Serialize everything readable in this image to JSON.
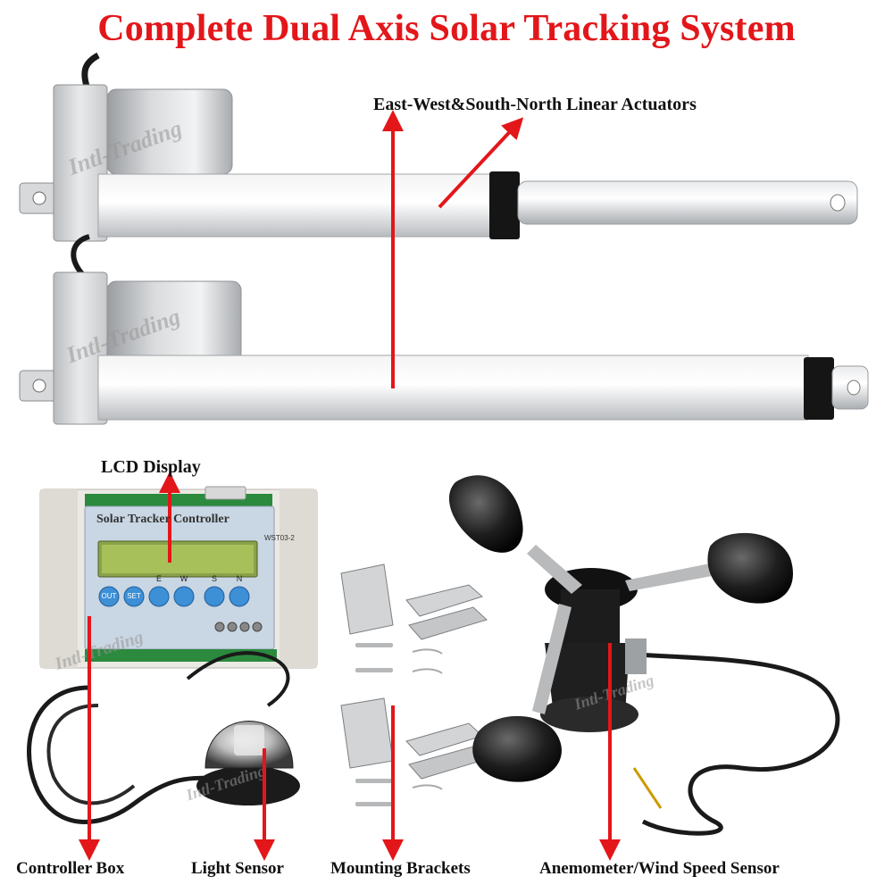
{
  "title": "Complete Dual Axis Solar Tracking System",
  "labels": {
    "actuators": "East-West&South-North Linear Actuators",
    "lcd": "LCD Display",
    "controller_box": "Controller Box",
    "light_sensor": "Light Sensor",
    "brackets": "Mounting Brackets",
    "anemometer": "Anemometer/Wind Speed Sensor"
  },
  "controller": {
    "panel_title": "Solar Tracker Controller",
    "model": "WST03-2",
    "buttons": [
      "OUT",
      "SET",
      "E",
      "W",
      "S",
      "N"
    ]
  },
  "watermark": "Intl-Trading",
  "colors": {
    "accent": "#e3161a",
    "arrow": "#e3161a",
    "label": "#111111",
    "button_blue": "#3d8fd6"
  }
}
